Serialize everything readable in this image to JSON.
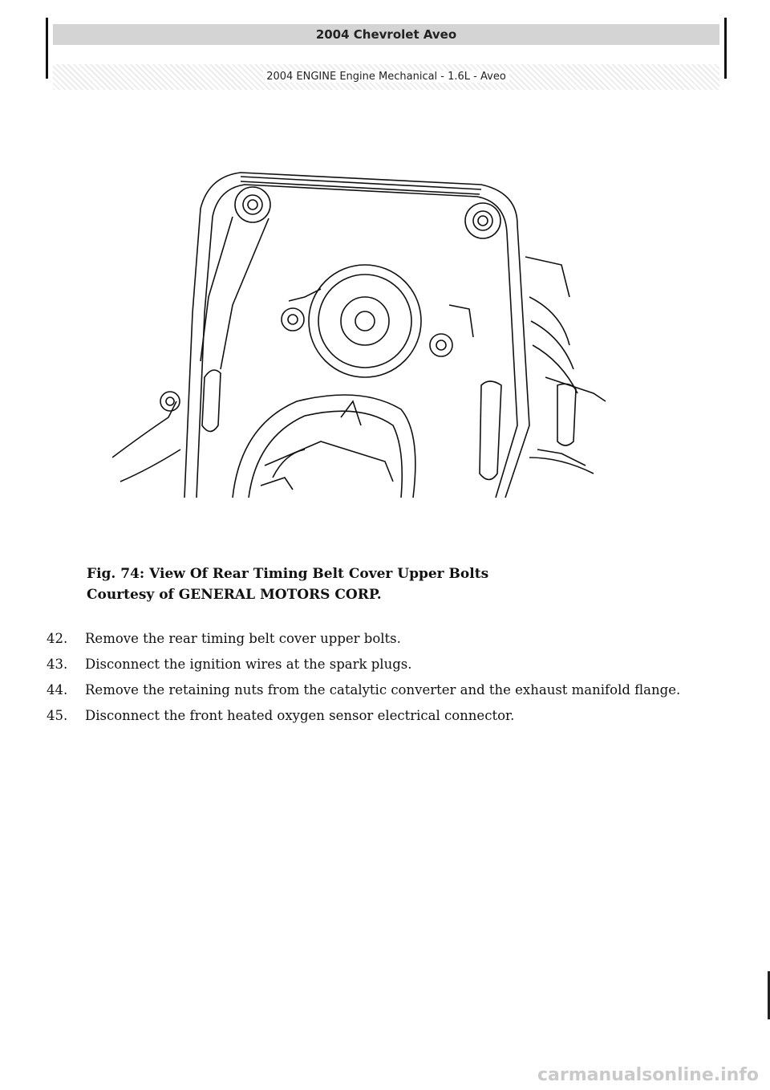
{
  "header": {
    "title": "2004 Chevrolet Aveo",
    "subtitle": "2004 ENGINE Engine Mechanical - 1.6L - Aveo"
  },
  "figure": {
    "caption_line1": "Fig. 74: View Of Rear Timing Belt Cover Upper Bolts",
    "caption_line2": "Courtesy of GENERAL MOTORS CORP."
  },
  "steps": [
    {
      "num": "42.",
      "text": "Remove the rear timing belt cover upper bolts."
    },
    {
      "num": "43.",
      "text": "Disconnect the ignition wires at the spark plugs."
    },
    {
      "num": "44.",
      "text": "Remove the retaining nuts from the catalytic converter and the exhaust manifold flange."
    },
    {
      "num": "45.",
      "text": "Disconnect the front heated oxygen sensor electrical connector."
    }
  ],
  "watermark": "carmanualsonline.info"
}
